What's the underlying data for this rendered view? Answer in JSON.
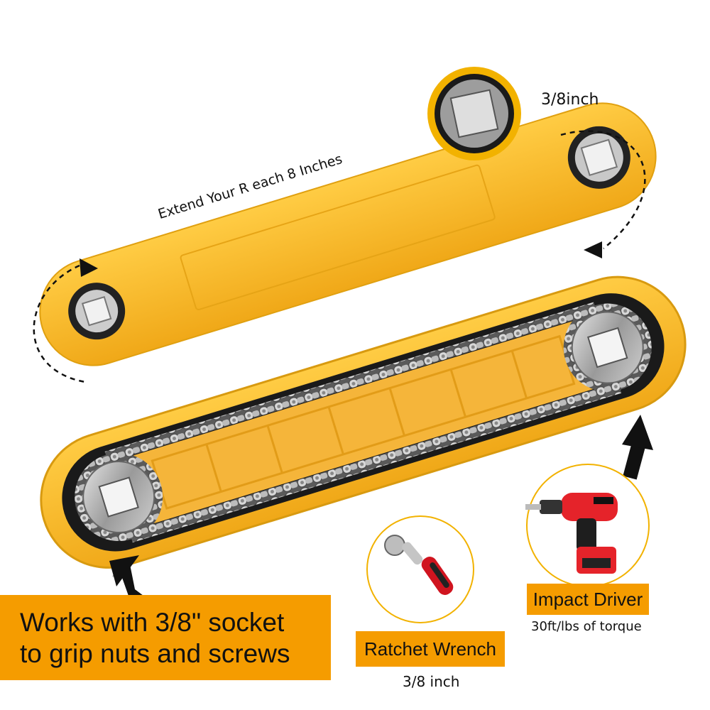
{
  "labels": {
    "socket_size": "3/8inch",
    "extend_reach": "Extend Your R each 8 Inches",
    "banner_line1": "Works with 3/8\" socket",
    "banner_line2": "to grip nuts and screws",
    "impact_driver": "Impact Driver",
    "impact_torque": "30ft/lbs of torque",
    "ratchet_wrench": "Ratchet Wrench",
    "ratchet_size": "3/8 inch"
  },
  "colors": {
    "wrench_yellow": "#f7b82a",
    "banner_orange": "#f59c00",
    "circle_outline": "#f2b200"
  }
}
